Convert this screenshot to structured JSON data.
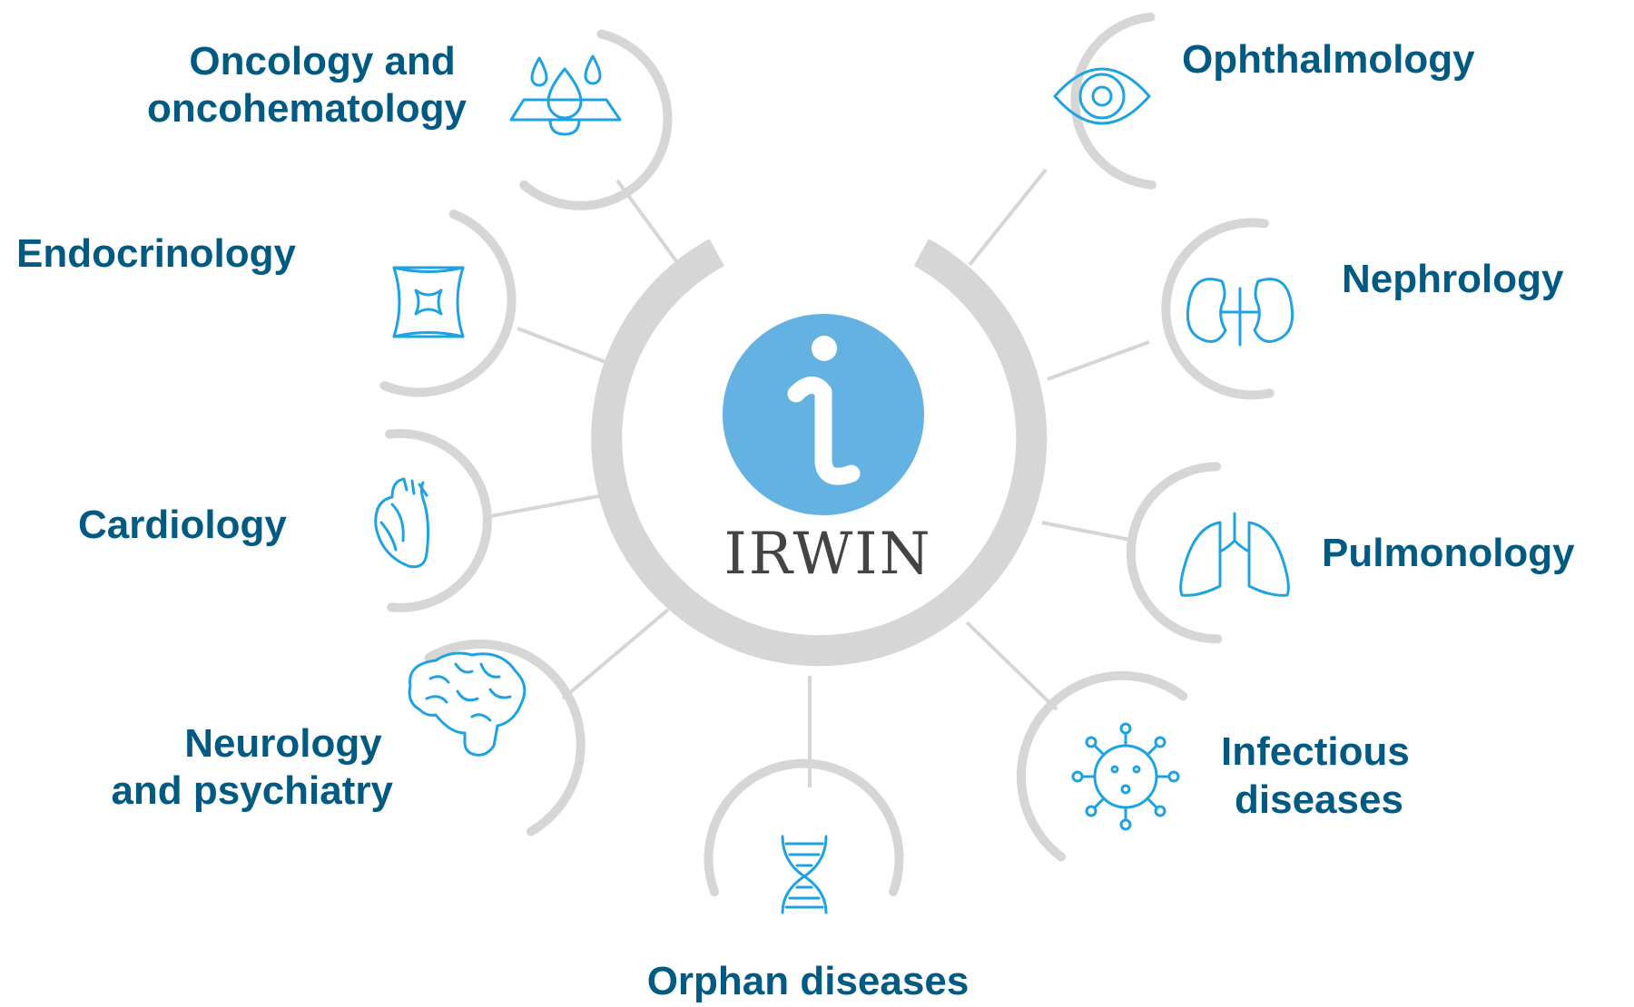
{
  "center": {
    "name": "IRWIN",
    "logo_glyph": "i",
    "logo_color": "#64b2e1",
    "icon": "info-icon"
  },
  "colors": {
    "label": "#005a82",
    "icon": "#1ea3e0",
    "ring": "#d6d6d6",
    "center_text": "#444444"
  },
  "areas": [
    {
      "id": "oncology",
      "lines": [
        "Oncology and",
        "oncohematology"
      ],
      "icon": "drops-icon"
    },
    {
      "id": "endocrinology",
      "lines": [
        "Endocrinology"
      ],
      "icon": "thyroid-icon"
    },
    {
      "id": "cardiology",
      "lines": [
        "Cardiology"
      ],
      "icon": "heart-icon"
    },
    {
      "id": "neurology",
      "lines": [
        "Neurology",
        "and psychiatry"
      ],
      "icon": "brain-icon"
    },
    {
      "id": "orphan",
      "lines": [
        "Orphan diseases"
      ],
      "icon": "dna-icon"
    },
    {
      "id": "infectious",
      "lines": [
        "Infectious",
        "diseases"
      ],
      "icon": "virus-icon"
    },
    {
      "id": "pulmonology",
      "lines": [
        "Pulmonology"
      ],
      "icon": "lungs-icon"
    },
    {
      "id": "nephrology",
      "lines": [
        "Nephrology"
      ],
      "icon": "kidneys-icon"
    },
    {
      "id": "ophthalmology",
      "lines": [
        "Ophthalmology"
      ],
      "icon": "eye-icon"
    }
  ]
}
